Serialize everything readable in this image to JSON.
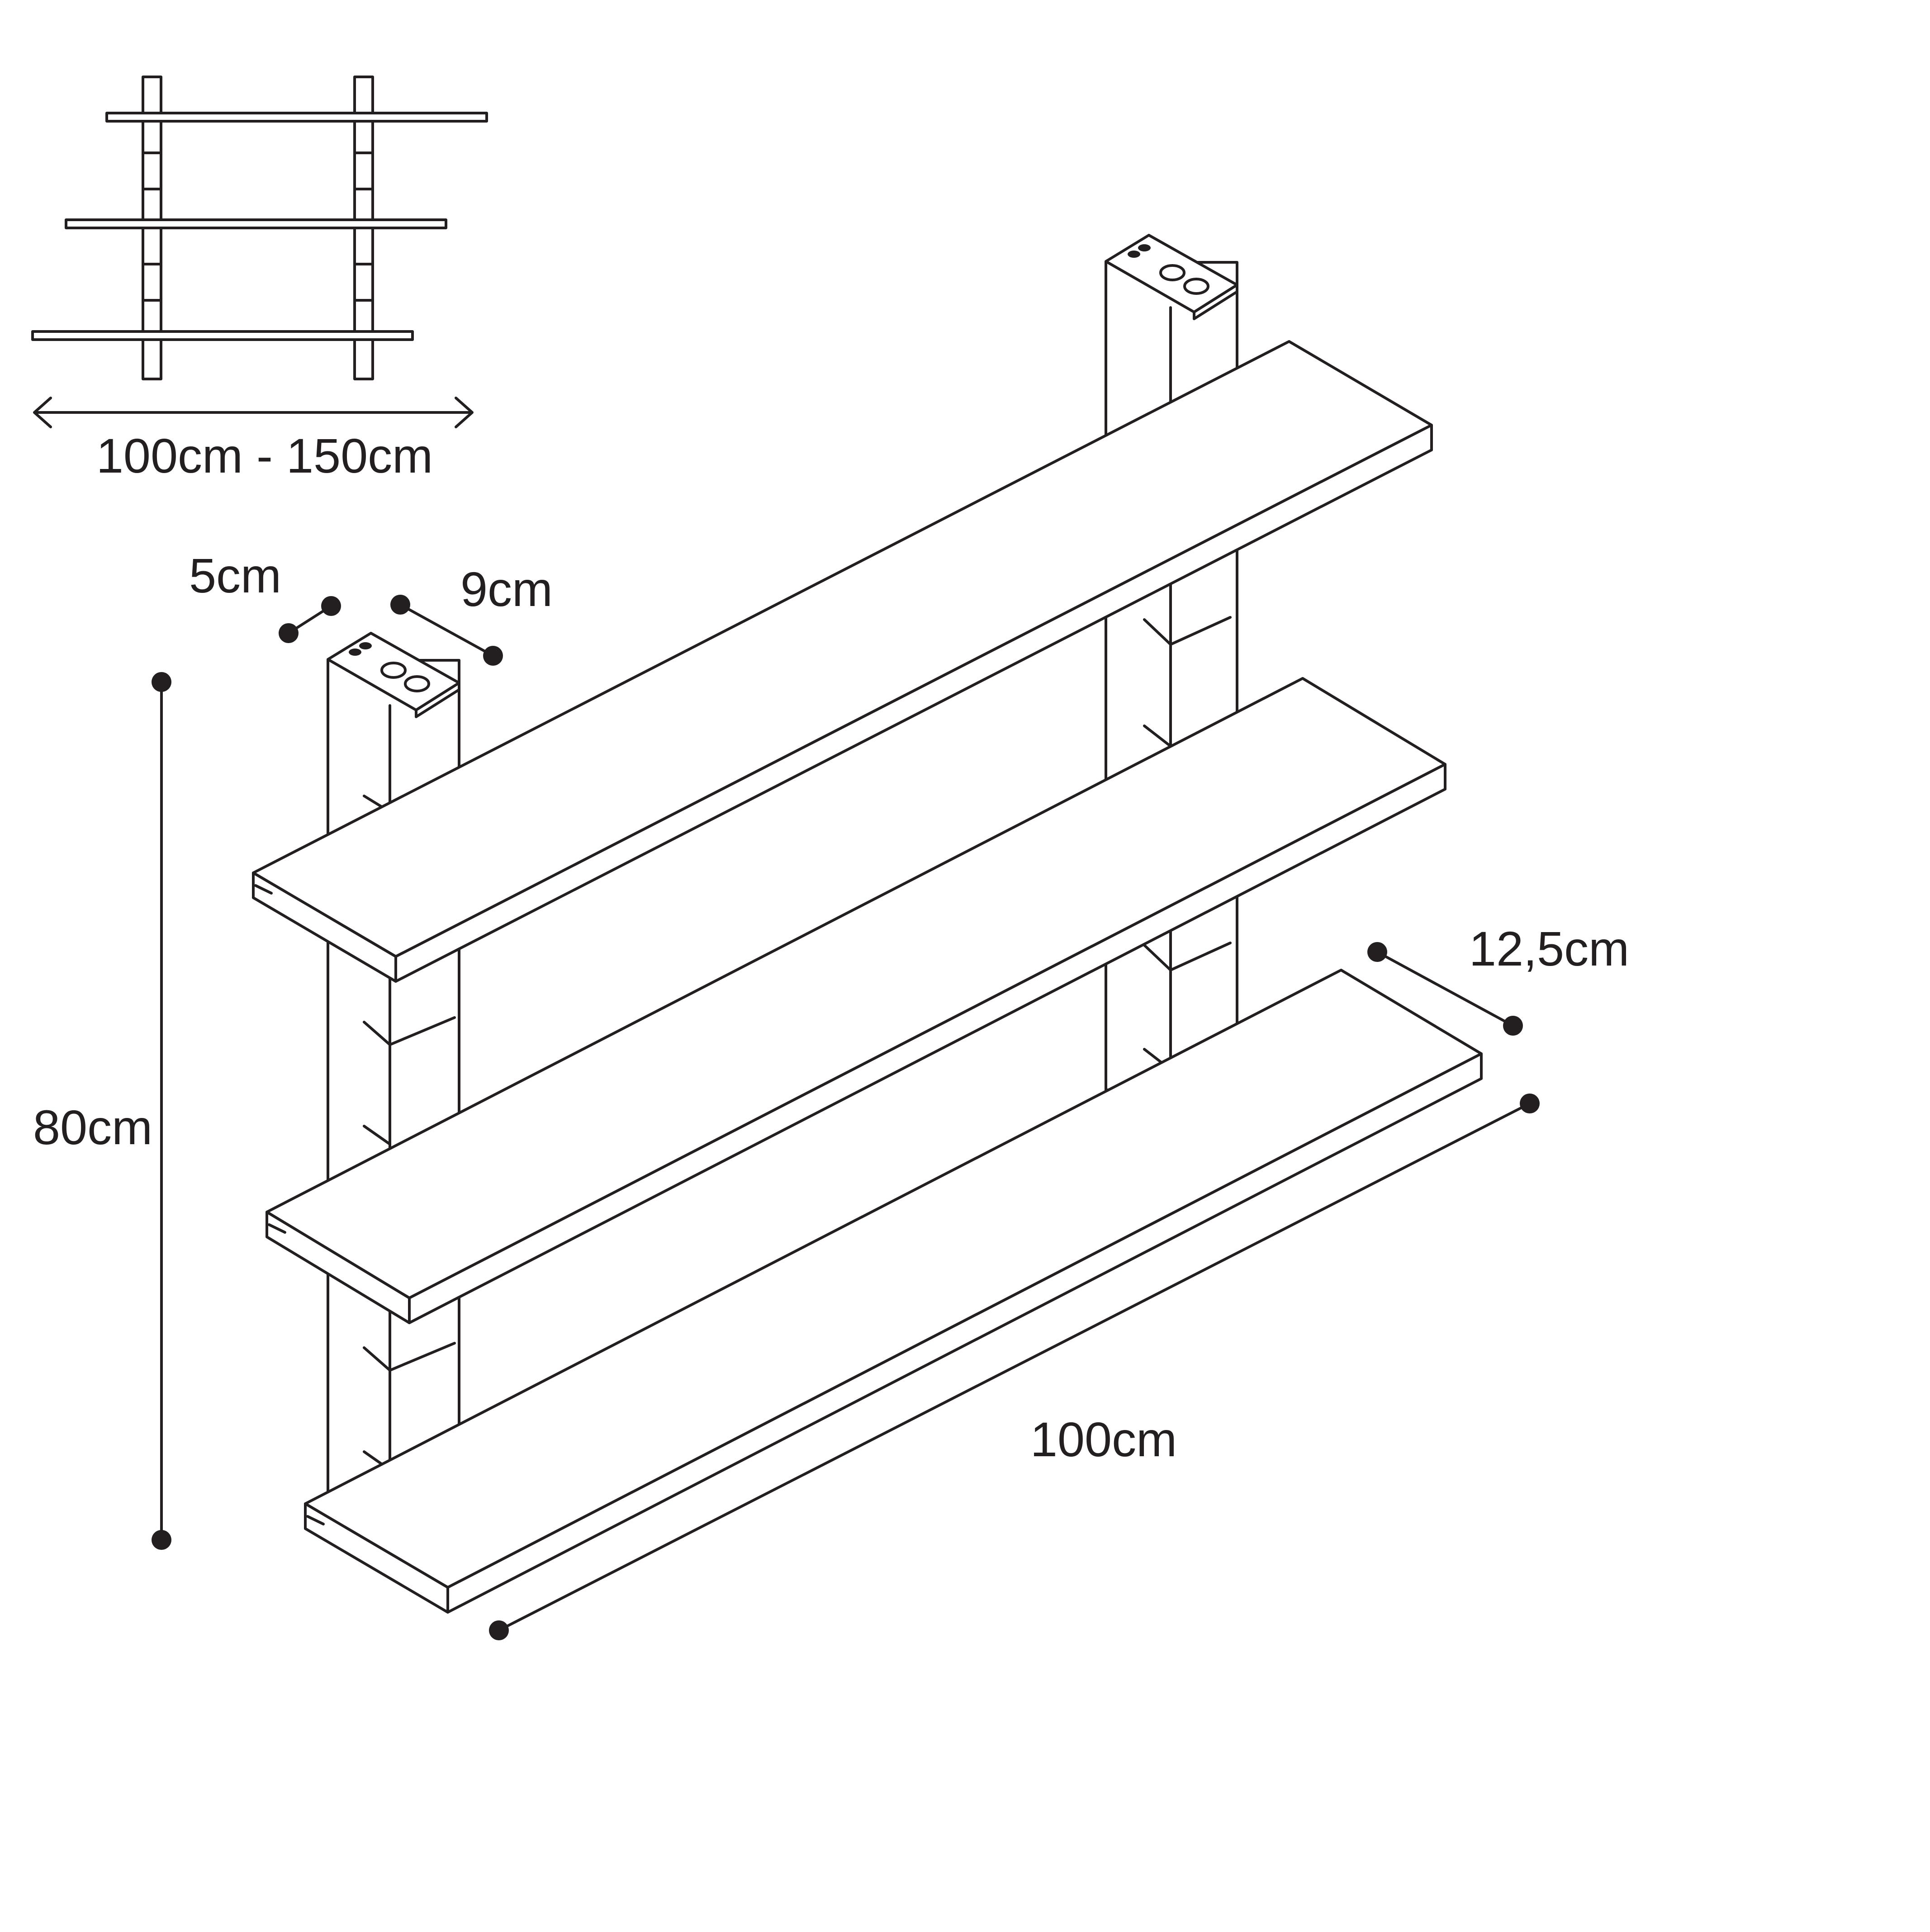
{
  "labels": {
    "overall_width_range": "100cm - 150cm",
    "post_width": "5cm",
    "post_depth": "9cm",
    "height": "80cm",
    "shelf_depth": "12,5cm",
    "shelf_length": "100cm"
  },
  "colors": {
    "line": "#231f20",
    "background": "#ffffff"
  }
}
